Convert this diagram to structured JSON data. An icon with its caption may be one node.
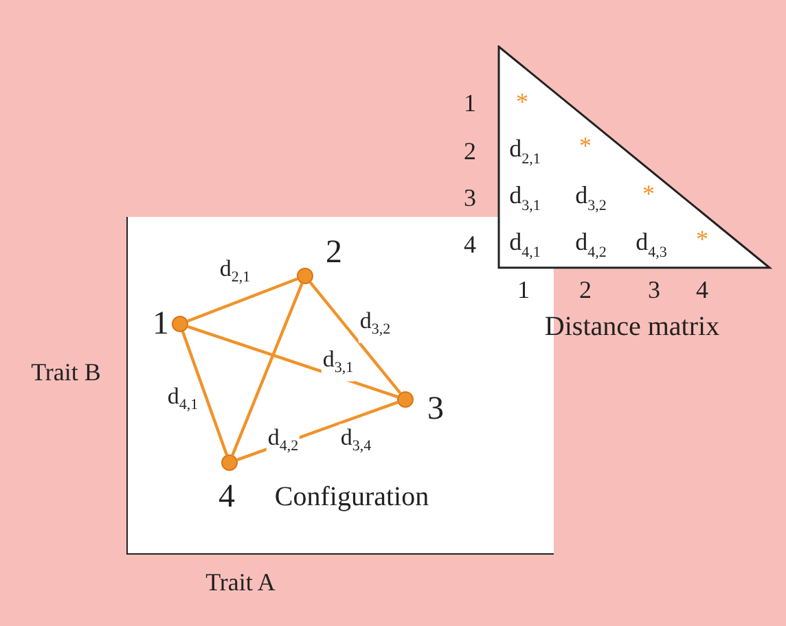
{
  "diagram": {
    "nodes": [
      {
        "text": [
          "Configuration"
        ]
      },
      {
        "text": [
          "1"
        ],
        "in": 0
      },
      {
        "text": [
          "2"
        ],
        "in": 0
      },
      {
        "text": [
          "3"
        ],
        "in": 0
      },
      {
        "text": [
          "4"
        ],
        "in": 0
      },
      {
        "text": [
          "Distance matrix"
        ]
      }
    ],
    "edges": [
      {
        "from": 1,
        "to": 2,
        "arrow": "none",
        "label": "d$_{2,1}$",
        "color": "#f0922a"
      },
      {
        "from": 1,
        "to": 3,
        "arrow": "none",
        "label": "d$_{3,1}$",
        "color": "#f0922a"
      },
      {
        "from": 1,
        "to": 4,
        "arrow": "none",
        "label": "d$_{4,1}$",
        "color": "#f0922a"
      },
      {
        "from": 2,
        "to": 3,
        "arrow": "none",
        "label": "d$_{3,2}$",
        "color": "#f0922a"
      },
      {
        "from": 2,
        "to": 4,
        "arrow": "none",
        "label": "d$_{4,2}$",
        "color": "#f0922a"
      },
      {
        "from": 3,
        "to": 4,
        "arrow": "none",
        "label": "d$_{3,4}$",
        "color": "#f0922a"
      }
    ],
    "labels": [
      "1",
      "*",
      "2",
      "d$_{2,1}$",
      "*",
      "3",
      "d$_{3,1}$",
      "d$_{3,2}$",
      "*",
      "4",
      "d$_{4,1}$",
      "d$_{4,2}$",
      "d$_{4,3}$",
      "*",
      "1",
      "2",
      "3",
      "4",
      "Trait B",
      "Trait A"
    ]
  }
}
